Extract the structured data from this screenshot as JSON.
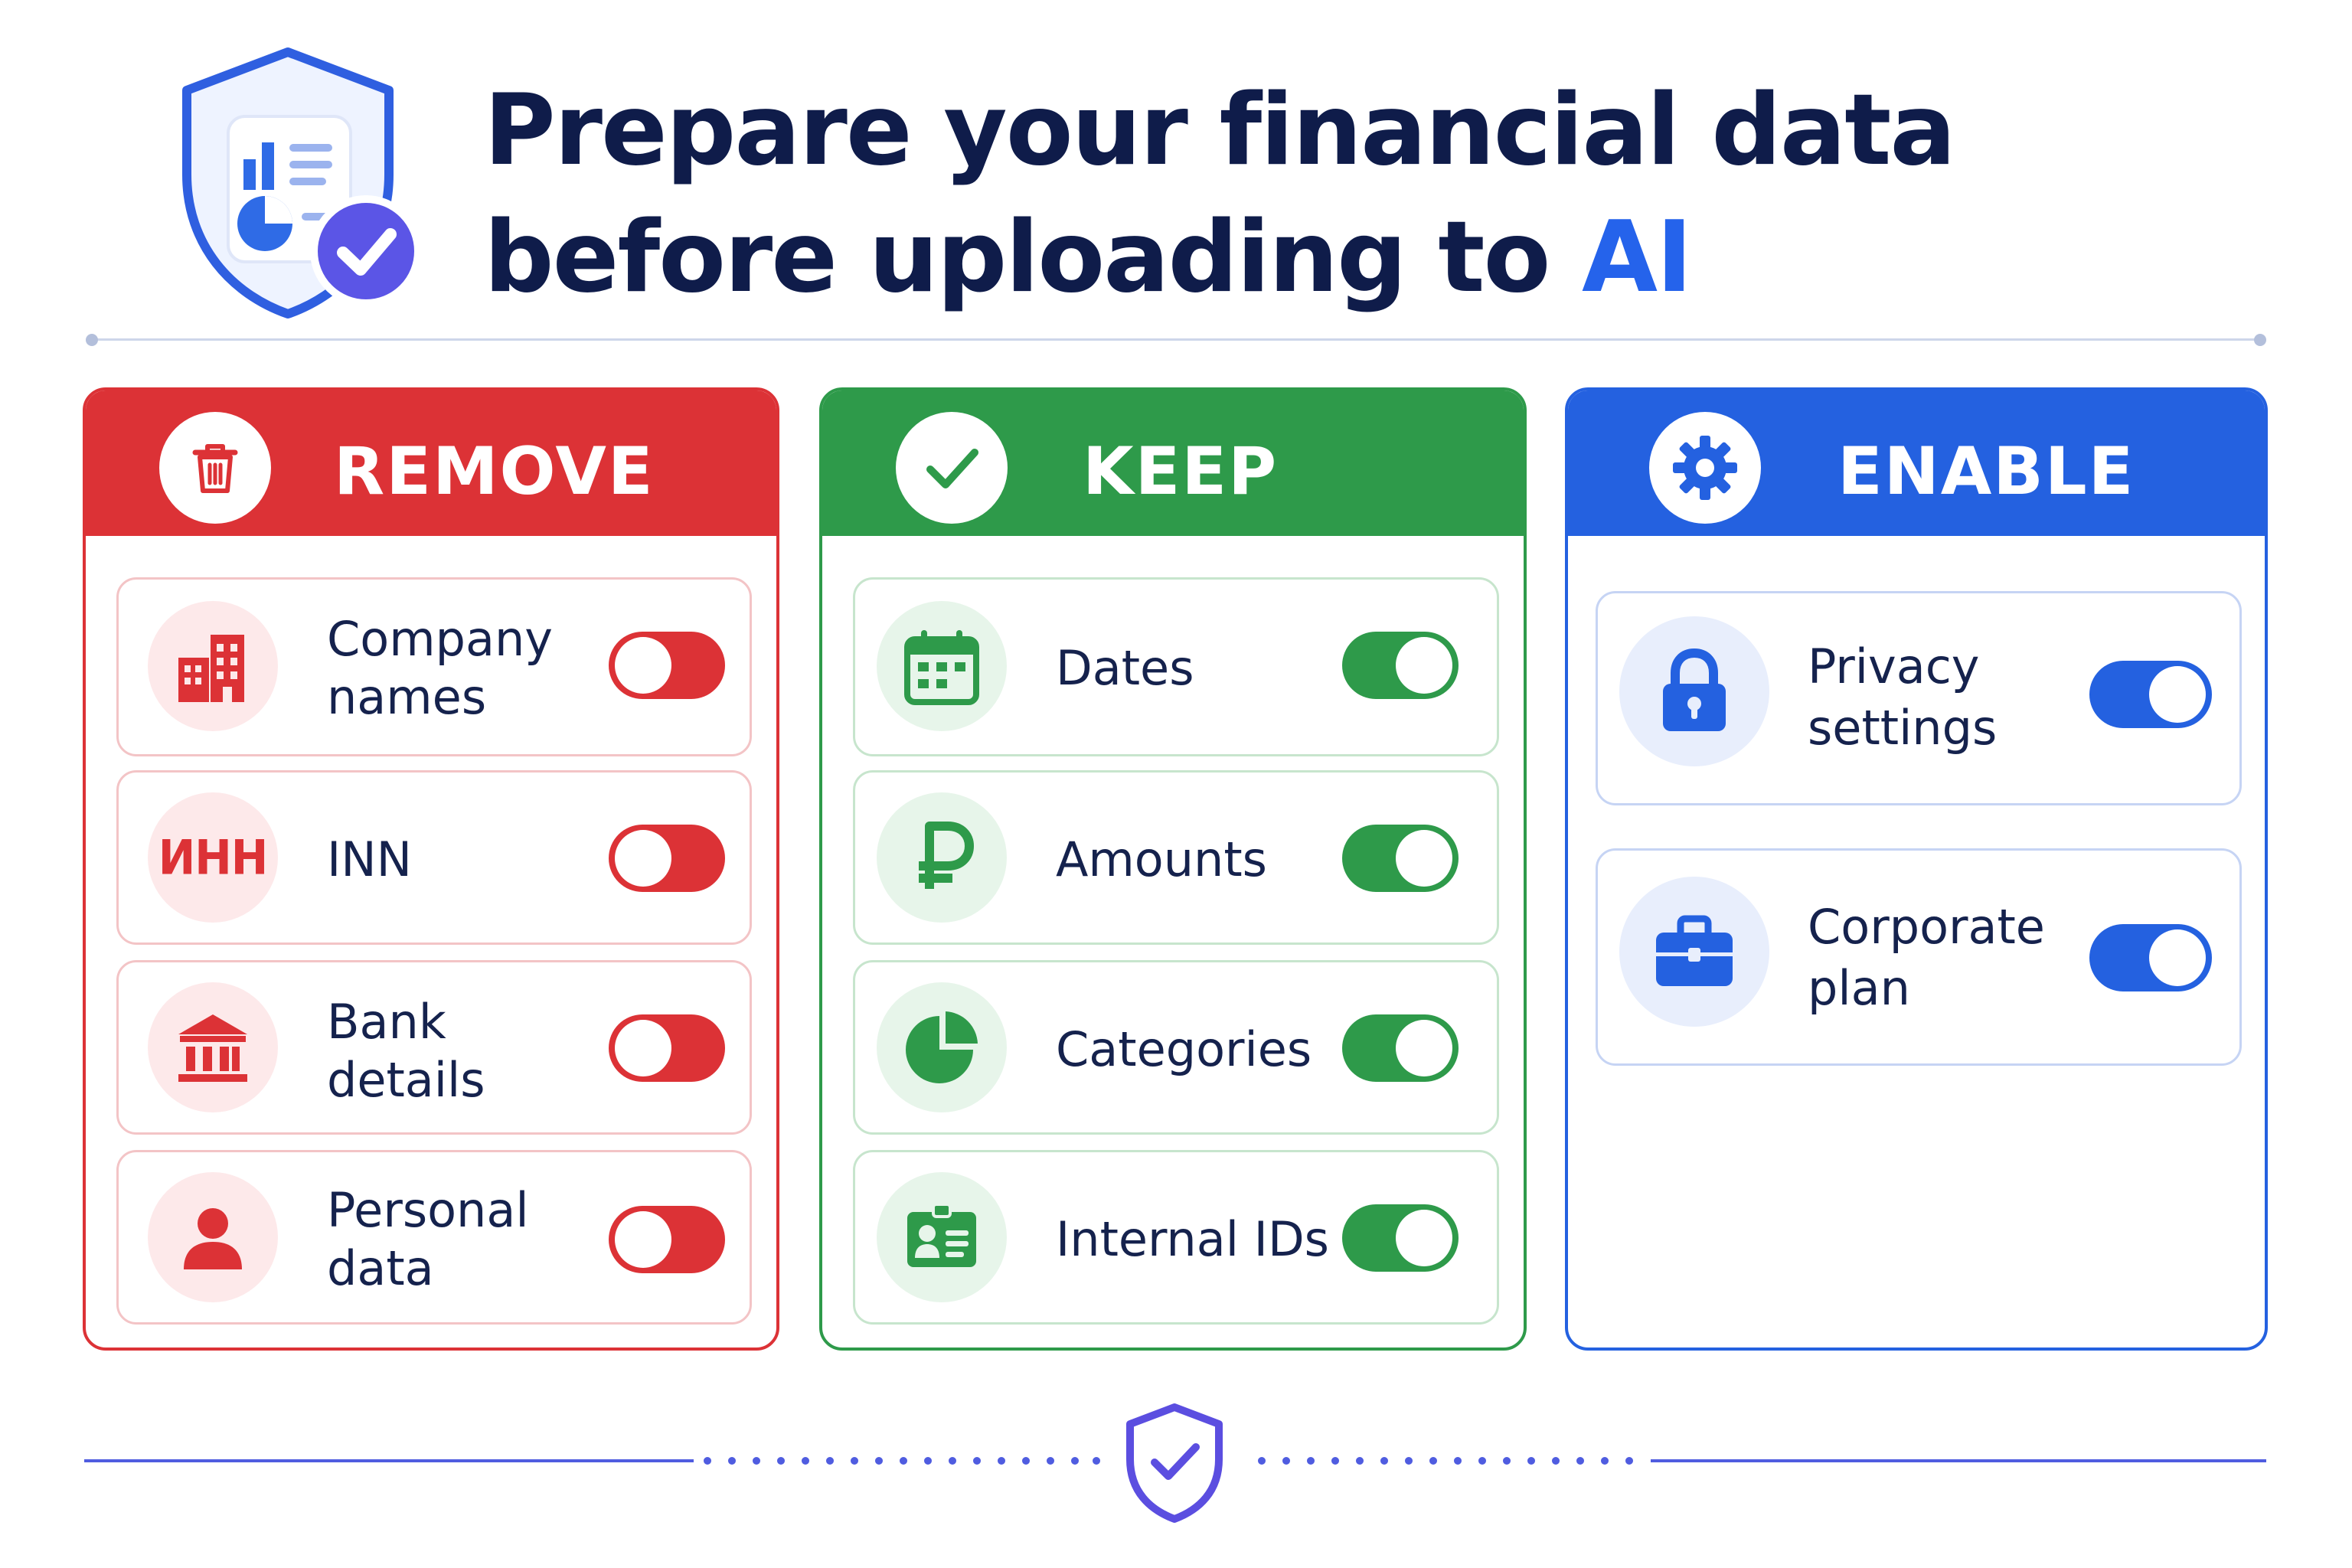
{
  "header": {
    "title_line1": "Prepare your financial data",
    "title_line2": "before uploading to ",
    "title_accent": "AI"
  },
  "columns": [
    {
      "key": "remove",
      "title": "REMOVE",
      "header_icon": "trash-icon",
      "color": "#dc3236",
      "tint": "#fde9ea",
      "border": "#f3c4c6",
      "items": [
        {
          "label": "Company names",
          "icon": "buildings-icon",
          "toggle": "off"
        },
        {
          "label": "INN",
          "icon": "inn-text-badge",
          "badge_text": "ИНН",
          "toggle": "off"
        },
        {
          "label": "Bank details",
          "icon": "bank-icon",
          "toggle": "off"
        },
        {
          "label": "Personal data",
          "icon": "person-icon",
          "toggle": "off"
        }
      ]
    },
    {
      "key": "keep",
      "title": "KEEP",
      "header_icon": "check-icon",
      "color": "#2e9a4a",
      "tint": "#e7f5ea",
      "border": "#c7e5cd",
      "items": [
        {
          "label": "Dates",
          "icon": "calendar-icon",
          "toggle": "on"
        },
        {
          "label": "Amounts",
          "icon": "ruble-icon",
          "toggle": "on"
        },
        {
          "label": "Categories",
          "icon": "pie-chart-icon",
          "toggle": "on"
        },
        {
          "label": "Internal IDs",
          "icon": "id-card-icon",
          "toggle": "on"
        }
      ]
    },
    {
      "key": "enable",
      "title": "ENABLE",
      "header_icon": "gear-icon",
      "color": "#2461e0",
      "tint": "#e8eefc",
      "border": "#c6d4f4",
      "items": [
        {
          "label": "Privacy settings",
          "icon": "lock-icon",
          "toggle": "on"
        },
        {
          "label": "Corporate plan",
          "icon": "briefcase-icon",
          "toggle": "on"
        }
      ]
    }
  ]
}
